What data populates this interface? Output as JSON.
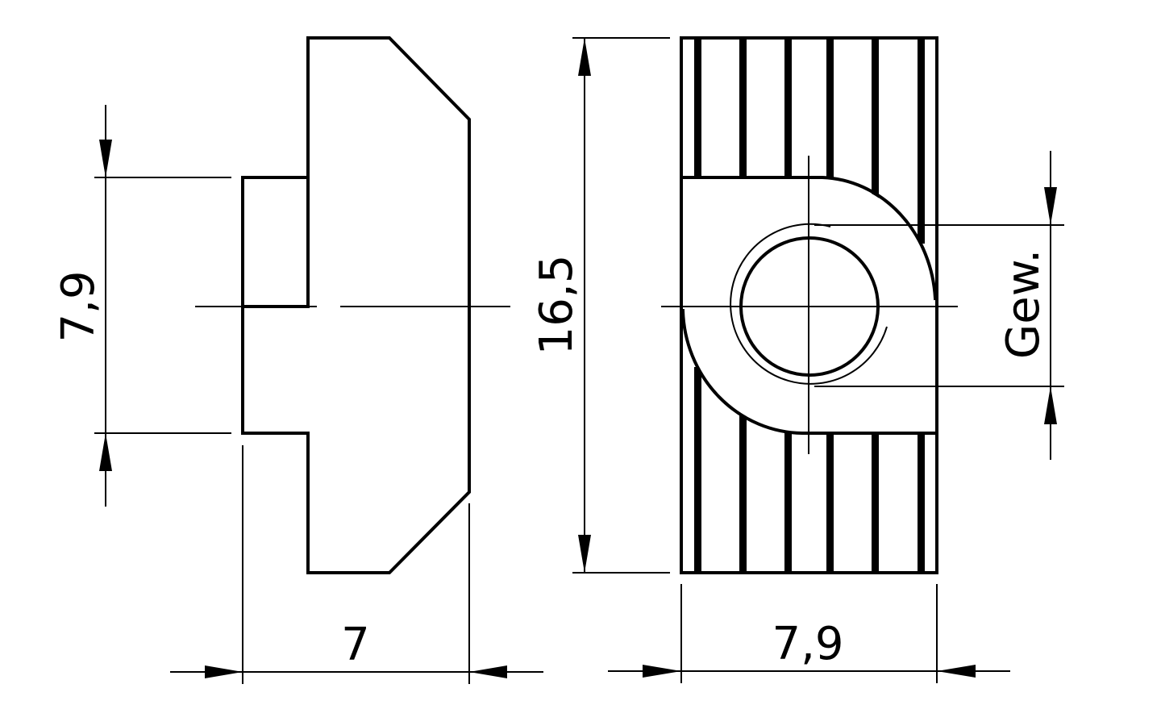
{
  "drawing": {
    "type": "technical-drawing",
    "subject": "T-slot nut (Nutenstein) two-view drawing",
    "line_color": "#000000",
    "background": "#ffffff"
  },
  "views": {
    "side_view": {
      "dimensions": {
        "height": {
          "label": "7,9",
          "orientation": "vertical"
        },
        "width": {
          "label": "7",
          "orientation": "horizontal"
        }
      }
    },
    "front_view": {
      "dimensions": {
        "height": {
          "label": "16,5",
          "orientation": "vertical"
        },
        "width": {
          "label": "7,9",
          "orientation": "horizontal"
        },
        "thread": {
          "label": "Gew.",
          "orientation": "vertical"
        }
      }
    }
  }
}
